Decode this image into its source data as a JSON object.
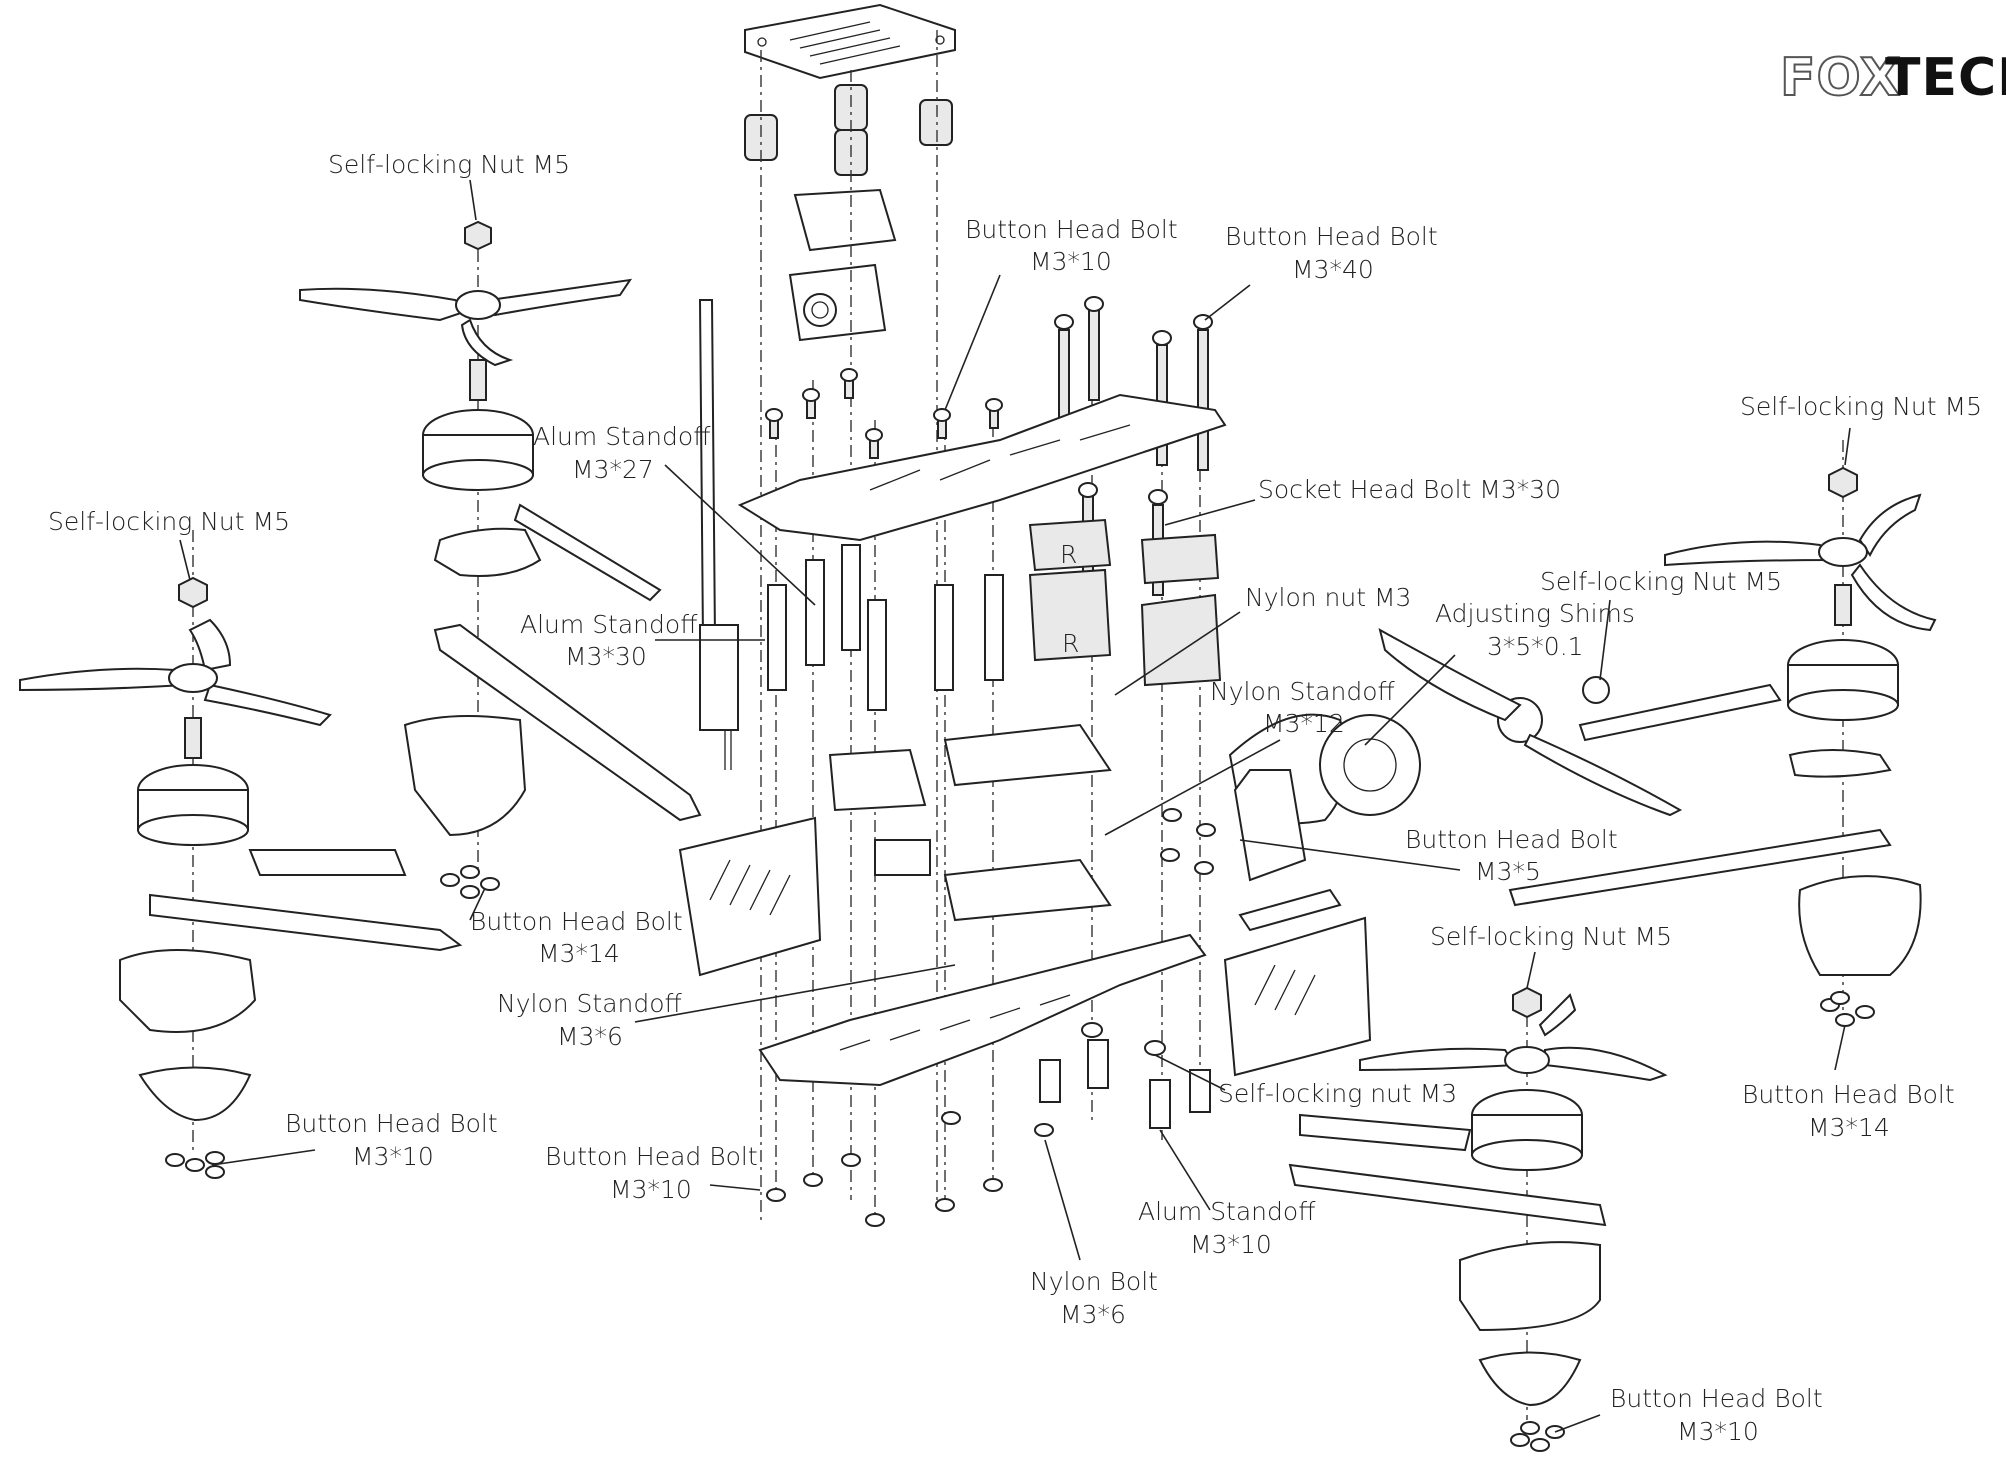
{
  "logo": {
    "left": "FOX",
    "right": "TECH"
  },
  "labels": {
    "nut_m5_a": "Self-locking Nut M5",
    "nut_m5_b": "Self-locking Nut M5",
    "nut_m5_c": "Self-locking Nut M5",
    "nut_m5_d": "Self-locking Nut M5",
    "nut_m5_e": "Self-locking Nut M5",
    "bhb_top_a_1": "Button Head Bolt",
    "bhb_top_a_2": "M3*10",
    "bhb_top_b_1": "Button Head Bolt",
    "bhb_top_b_2": "M3*40",
    "alum27_1": "Alum Standoff",
    "alum27_2": "M3*27",
    "alum30_1": "Alum Standoff",
    "alum30_2": "M3*30",
    "socket_bolt": "Socket Head Bolt M3*30",
    "nylon_nut": "Nylon nut M3",
    "shims_1": "Adjusting Shims",
    "shims_2": "3*5*0.1",
    "nylon12_1": "Nylon Standoff",
    "nylon12_2": "M3*12",
    "bhb5_1": "Button Head Bolt",
    "bhb5_2": "M3*5",
    "bhb14_l_1": "Button Head Bolt",
    "bhb14_l_2": "M3*14",
    "nylon6_1": "Nylon Standoff",
    "nylon6_2": "M3*6",
    "bhb10_l_1": "Button Head Bolt",
    "bhb10_l_2": "M3*10",
    "bhb10_c_1": "Button Head Bolt",
    "bhb10_c_2": "M3*10",
    "nut_m3": "Self-locking nut M3",
    "alum10_1": "Alum Standoff",
    "alum10_2": "M3*10",
    "nylonbolt_1": "Nylon Bolt",
    "nylonbolt_2": "M3*6",
    "bhb14_r_1": "Button Head Bolt",
    "bhb14_r_2": "M3*14",
    "bhb10_br_1": "Button Head Bolt",
    "bhb10_br_2": "M3*10"
  },
  "frame_marks": {
    "r_letter": "R"
  }
}
